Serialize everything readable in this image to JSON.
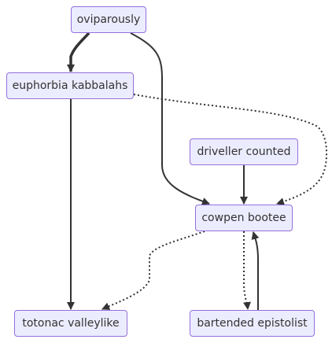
{
  "nodes": {
    "oviparously": "oviparously",
    "euphorbia_kabbalahs": "euphorbia kabbalahs",
    "driveller_counted": "driveller counted",
    "cowpen_bootee": "cowpen bootee",
    "totonac_valleylike": "totonac valleylike",
    "bartended_epistolist": "bartended epistolist"
  },
  "edges": [
    {
      "from": "oviparously",
      "to": "euphorbia_kabbalahs",
      "style": "thick"
    },
    {
      "from": "oviparously",
      "to": "cowpen_bootee",
      "style": "solid"
    },
    {
      "from": "euphorbia_kabbalahs",
      "to": "totonac_valleylike",
      "style": "solid"
    },
    {
      "from": "euphorbia_kabbalahs",
      "to": "cowpen_bootee",
      "style": "dotted"
    },
    {
      "from": "driveller_counted",
      "to": "cowpen_bootee",
      "style": "solid"
    },
    {
      "from": "cowpen_bootee",
      "to": "totonac_valleylike",
      "style": "dotted"
    },
    {
      "from": "cowpen_bootee",
      "to": "bartended_epistolist",
      "style": "dotted"
    },
    {
      "from": "bartended_epistolist",
      "to": "cowpen_bootee",
      "style": "solid"
    }
  ],
  "colors": {
    "node_fill": "#ececff",
    "node_border": "#9370db",
    "edge": "#333333",
    "text": "#333333"
  }
}
